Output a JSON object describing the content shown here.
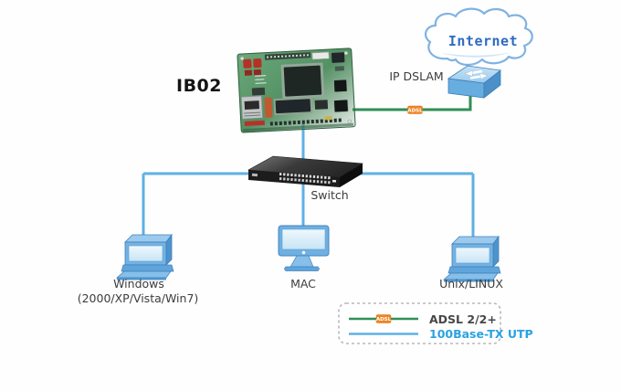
{
  "diagram": {
    "board_label": "IB02",
    "internet_label": "Internet",
    "dslam_label": "IP DSLAM",
    "switch_label": "Switch",
    "computers": [
      {
        "label": "Windows",
        "sublabel": "(2000/XP/Vista/Win7)"
      },
      {
        "label": "MAC",
        "sublabel": ""
      },
      {
        "label": "Unix/LINUX",
        "sublabel": ""
      }
    ],
    "adsl_badge": "ADSL"
  },
  "legend": {
    "items": [
      {
        "label": "ADSL 2/2+",
        "line": "adsl"
      },
      {
        "label": "100Base-TX UTP",
        "line": "utp"
      }
    ]
  },
  "colors": {
    "adsl_line": "#2f8f55",
    "utp_line": "#5fb0e5",
    "badge_bg": "#f08424",
    "badge_text": "#ffffff",
    "internet_text": "#2f6bc0",
    "utp_text": "#2aa2e2",
    "label_text": "#3c3c3c"
  }
}
